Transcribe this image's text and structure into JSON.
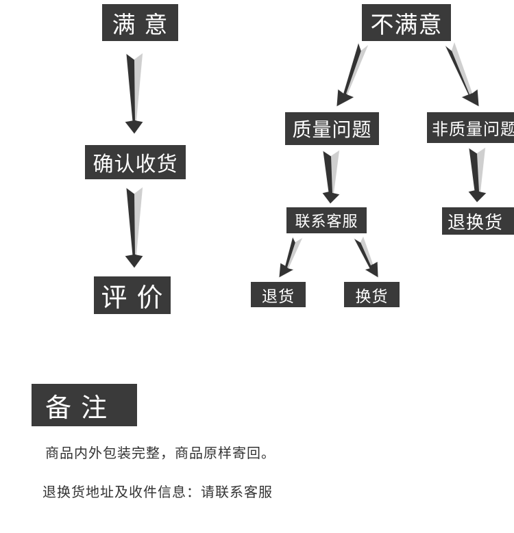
{
  "flow": {
    "satisfied": "满 意",
    "confirm_receipt": "确认收货",
    "review": "评 价",
    "unsatisfied": "不满意",
    "quality_issue": "质量问题",
    "non_quality_issue": "非质量问题",
    "contact_service": "联系客服",
    "return": "退货",
    "exchange": "换货",
    "return_exchange": "退换货"
  },
  "remarks": {
    "title": "备 注",
    "line1": "商品内外包装完整，商品原样寄回。",
    "line2": "退换货地址及收件信息：请联系客服"
  }
}
